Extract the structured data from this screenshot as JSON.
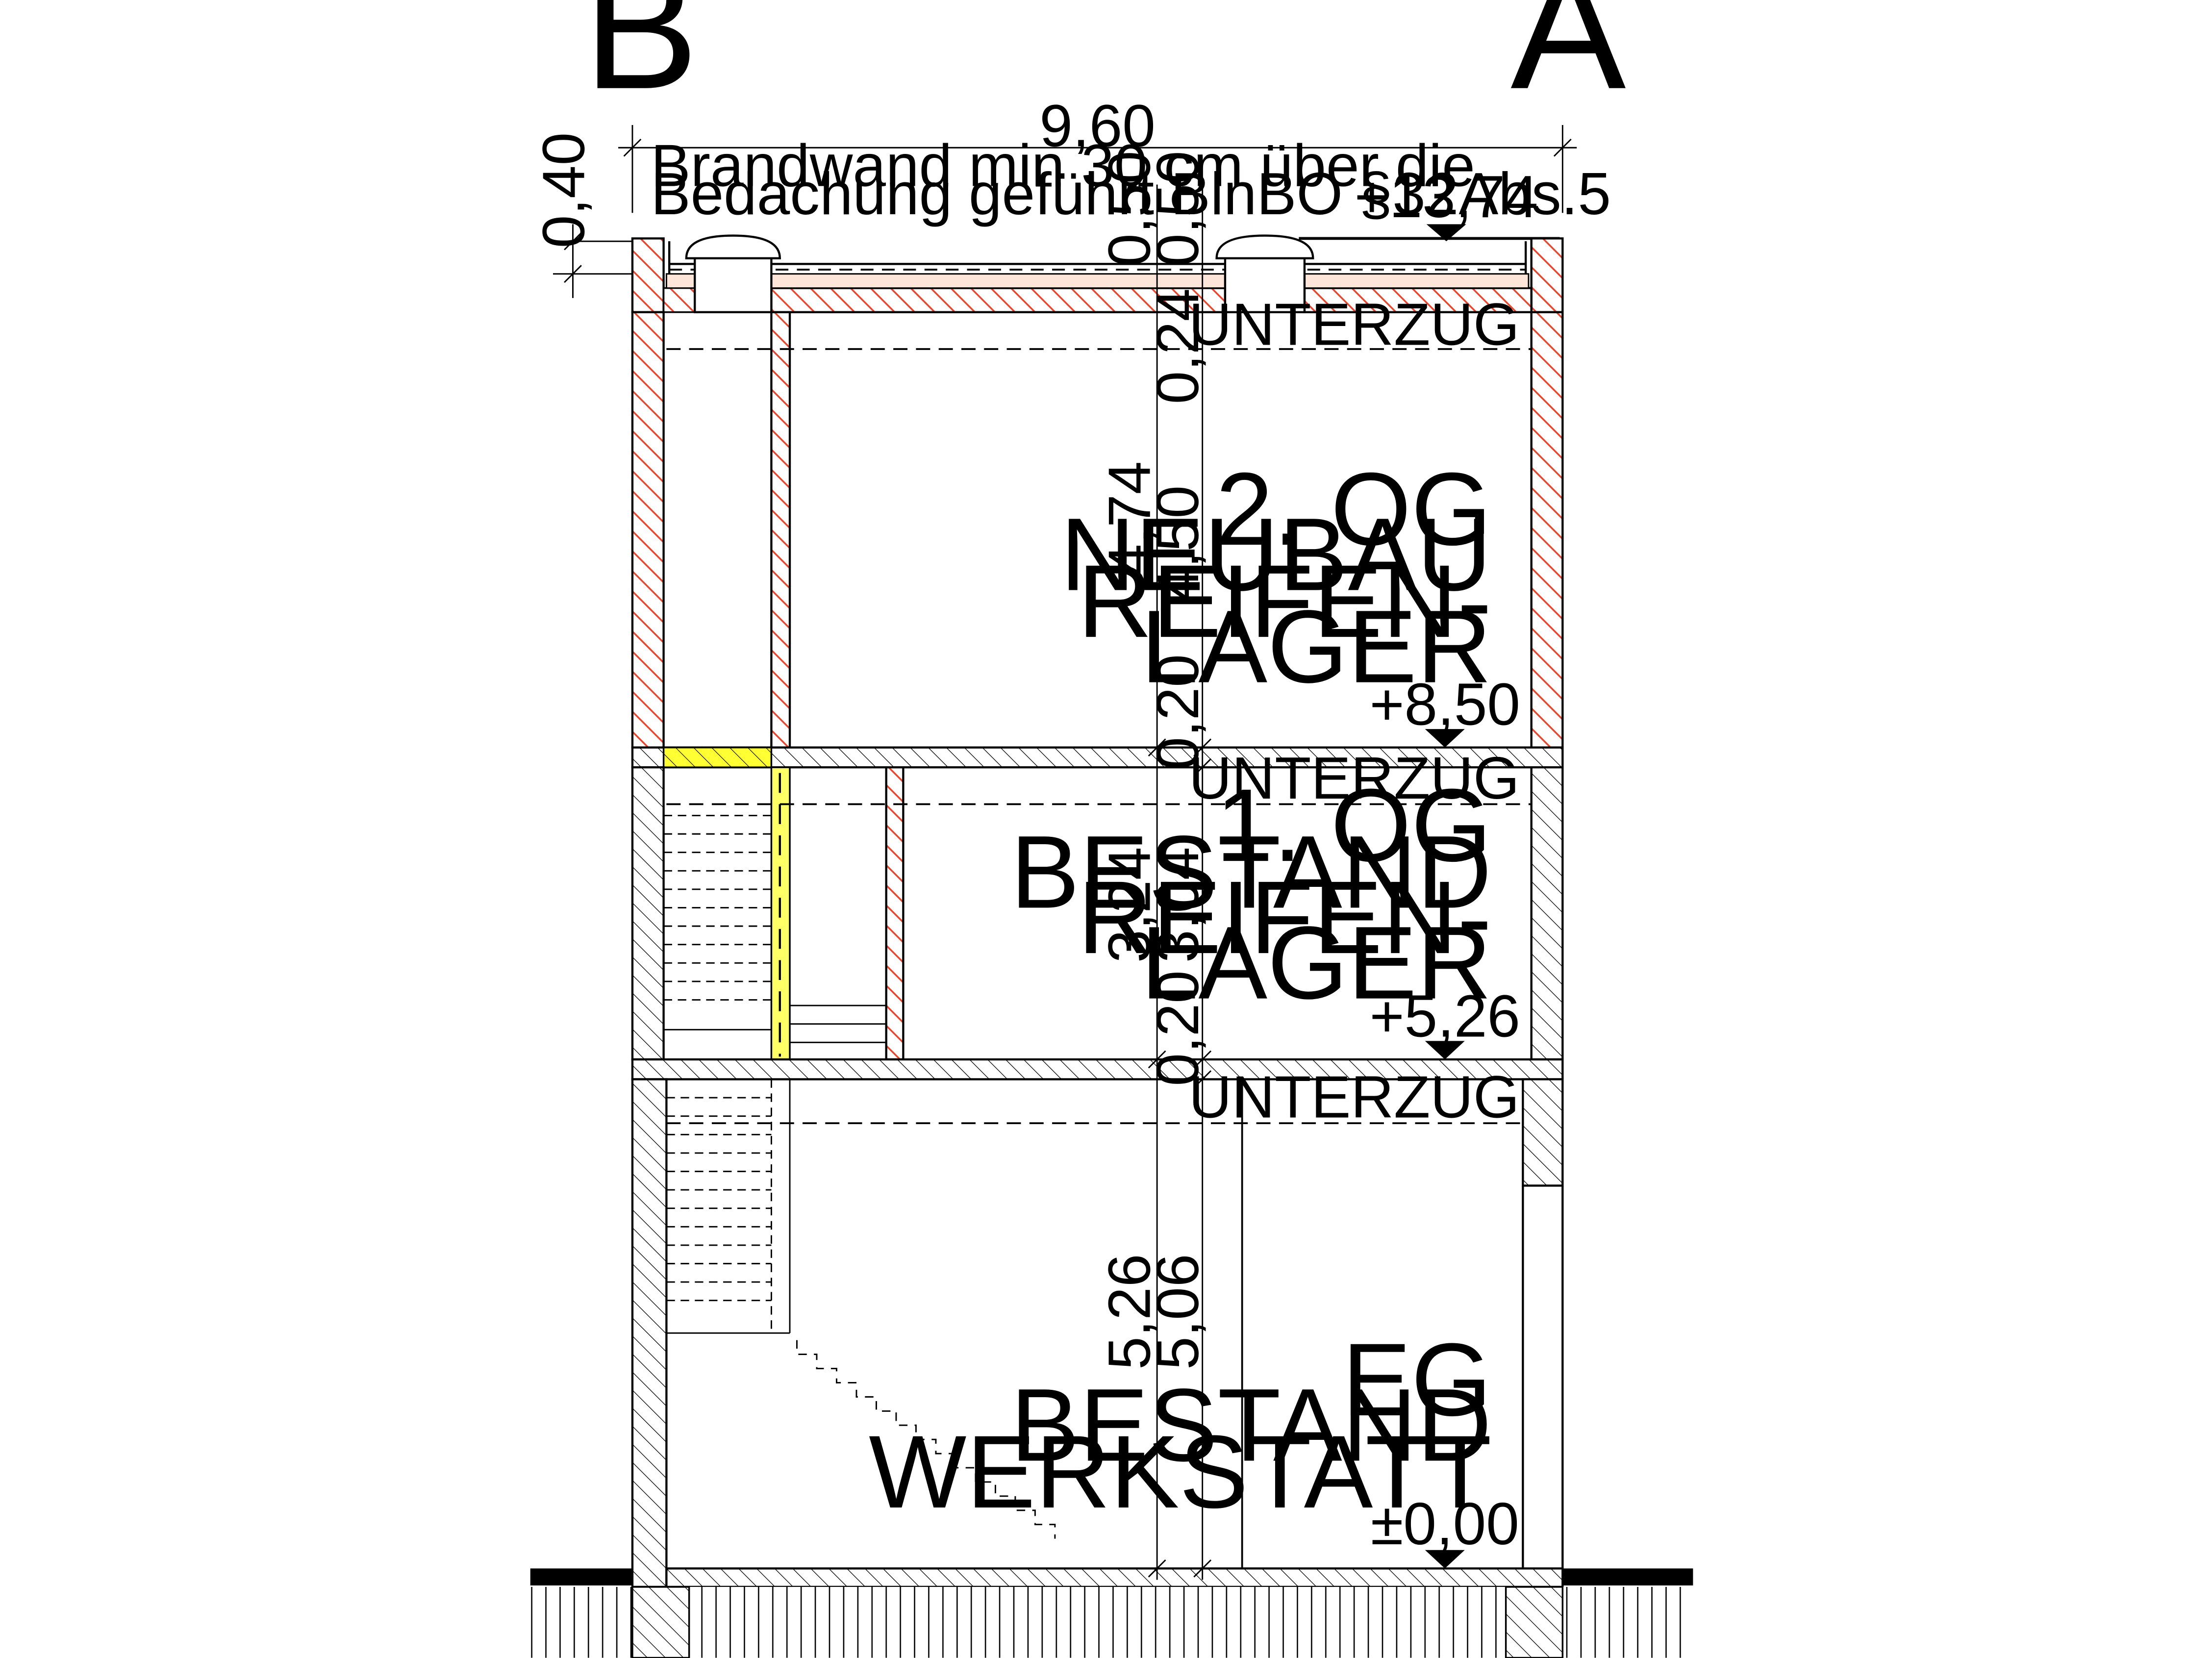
{
  "axes": {
    "left": "B",
    "right": "A"
  },
  "dimensions": {
    "width_total": "9,60",
    "parapet_height": "0,40",
    "roof_slab_left": "0,50",
    "roof_slab_right": "0,50",
    "og2_beam": "0,24",
    "og2_height_raw": "4,74",
    "og2_height_clear": "4,50",
    "og2_slab": "0,20",
    "og1_height_raw": "3,24",
    "og1_height_clear": "3,04",
    "og1_slab": "0,20",
    "eg_height_raw": "5,26",
    "eg_height_clear": "5,06"
  },
  "note": {
    "line1": "Brandwand min 30 cm über die",
    "line2": "Bedachung geführt BlnBO §32Abs.5"
  },
  "levels": {
    "roof": "+13,74",
    "og2": "+8,50",
    "og1": "+5,26",
    "eg": "±0,00"
  },
  "beam_label": "UNTERZUG",
  "rooms": {
    "og2": {
      "line1": "2. OG",
      "line2": "NEUBAU",
      "line3": "REIFEN-",
      "line4": "LAGER"
    },
    "og1": {
      "line1": "1. OG",
      "line2": "BESTAND",
      "line3": "REIFEN-",
      "line4": "LAGER"
    },
    "eg": {
      "line1": "EG",
      "line2": "BESTAND",
      "line3": "WERKSTATT"
    }
  },
  "colors": {
    "new_construction_hatch": "#e8452c",
    "existing_hatch": "#000000",
    "highlight_yellow": "#ffff33",
    "roof_fill": "#fde5da"
  }
}
